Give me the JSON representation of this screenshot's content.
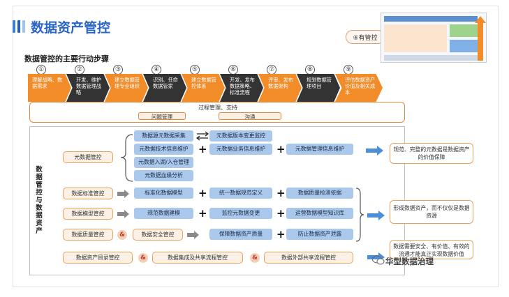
{
  "header": {
    "title": "数据资产管控",
    "badge": "④有管控"
  },
  "subtitle": "数据管控的主要行动步骤",
  "steps": [
    {
      "num": "①",
      "label": "理解战略、数据需求"
    },
    {
      "num": "②",
      "label": "开发、维护数据管理战略"
    },
    {
      "num": "③",
      "label": "建立数据管理专业组织"
    },
    {
      "num": "④",
      "label": "识别、任命数据管家"
    },
    {
      "num": "⑤",
      "label": "建立数据管控体系"
    },
    {
      "num": "⑥",
      "label": "开发、发布数据策略、标准流程"
    },
    {
      "num": "⑦",
      "label": "评审、发布数据架构"
    },
    {
      "num": "⑧",
      "label": "规划数据管理项目"
    },
    {
      "num": "⑨",
      "label": "评估数据资产价值及相关成本"
    }
  ],
  "process": {
    "label": "过程管理、支持",
    "items": [
      "问题管理",
      "沟通"
    ]
  },
  "side_title": "数据管控与数据资产",
  "metadata_row": {
    "label": "元数据管控",
    "items": [
      "数据源元数据采集",
      "元数据版本变更监控",
      "元数据技术信息维护",
      "元数据业务信息维护",
      "元数据管理信息维护",
      "元数据入湖/入仓管理",
      "元数据血缘分析"
    ],
    "result": "规范、完整的元数据是数据资产的价值保障"
  },
  "standard_row": {
    "label": "数据标准管控",
    "items": [
      "标准化数据模型",
      "统一数据规范定义",
      "数据质量检测依据"
    ]
  },
  "model_row": {
    "label": "数据模型管控",
    "items": [
      "规范数据建模",
      "监控元数据变更",
      "运营数据模型知识库"
    ]
  },
  "quality_row": {
    "label": "数据质量管控",
    "amp": "&",
    "security": "数据安全管控",
    "items": [
      "保障数据资产质量",
      "防止数据资产泄露"
    ]
  },
  "middle_result": "形成数据资产，而不仅仅是数据资源",
  "catalog_row": {
    "items": [
      "数据资产目录管控",
      "数据集成及共享流程管控",
      "数据外部共享流程管控"
    ],
    "amp": "&"
  },
  "bottom_result": "数据需要安全、有价值、有效的流通才能真正实现数据价值",
  "watermark": "华型数据治理",
  "colors": {
    "title": "#2a66c8",
    "chevron": "#f28c28",
    "blue_box": "#a9c8ec",
    "arrow": "#4a8fd8"
  }
}
